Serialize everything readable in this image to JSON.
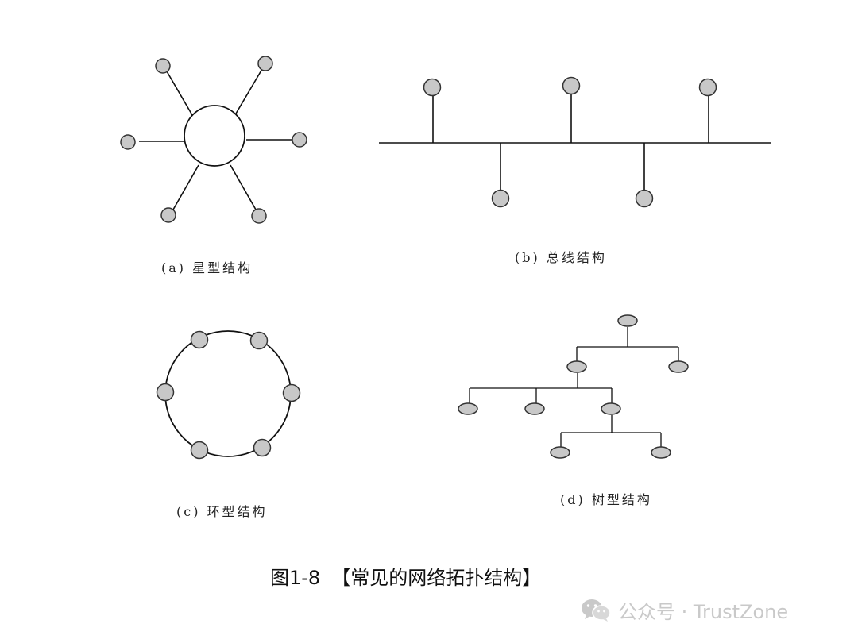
{
  "diagrams": {
    "star": {
      "caption": "(a) 星型结构"
    },
    "bus": {
      "caption": "(b) 总线结构"
    },
    "ring": {
      "caption": "(c) 环型结构"
    },
    "tree": {
      "caption": "(d) 树型结构"
    }
  },
  "figure": {
    "number": "图1-8",
    "title": "【常见的网络拓扑结构】"
  },
  "watermark": {
    "icon": "wechat-icon",
    "text": "公众号 · TrustZone"
  },
  "colors": {
    "node_fill": "#c8c8c8",
    "line": "#111111",
    "watermark": "#c9c9c9"
  }
}
